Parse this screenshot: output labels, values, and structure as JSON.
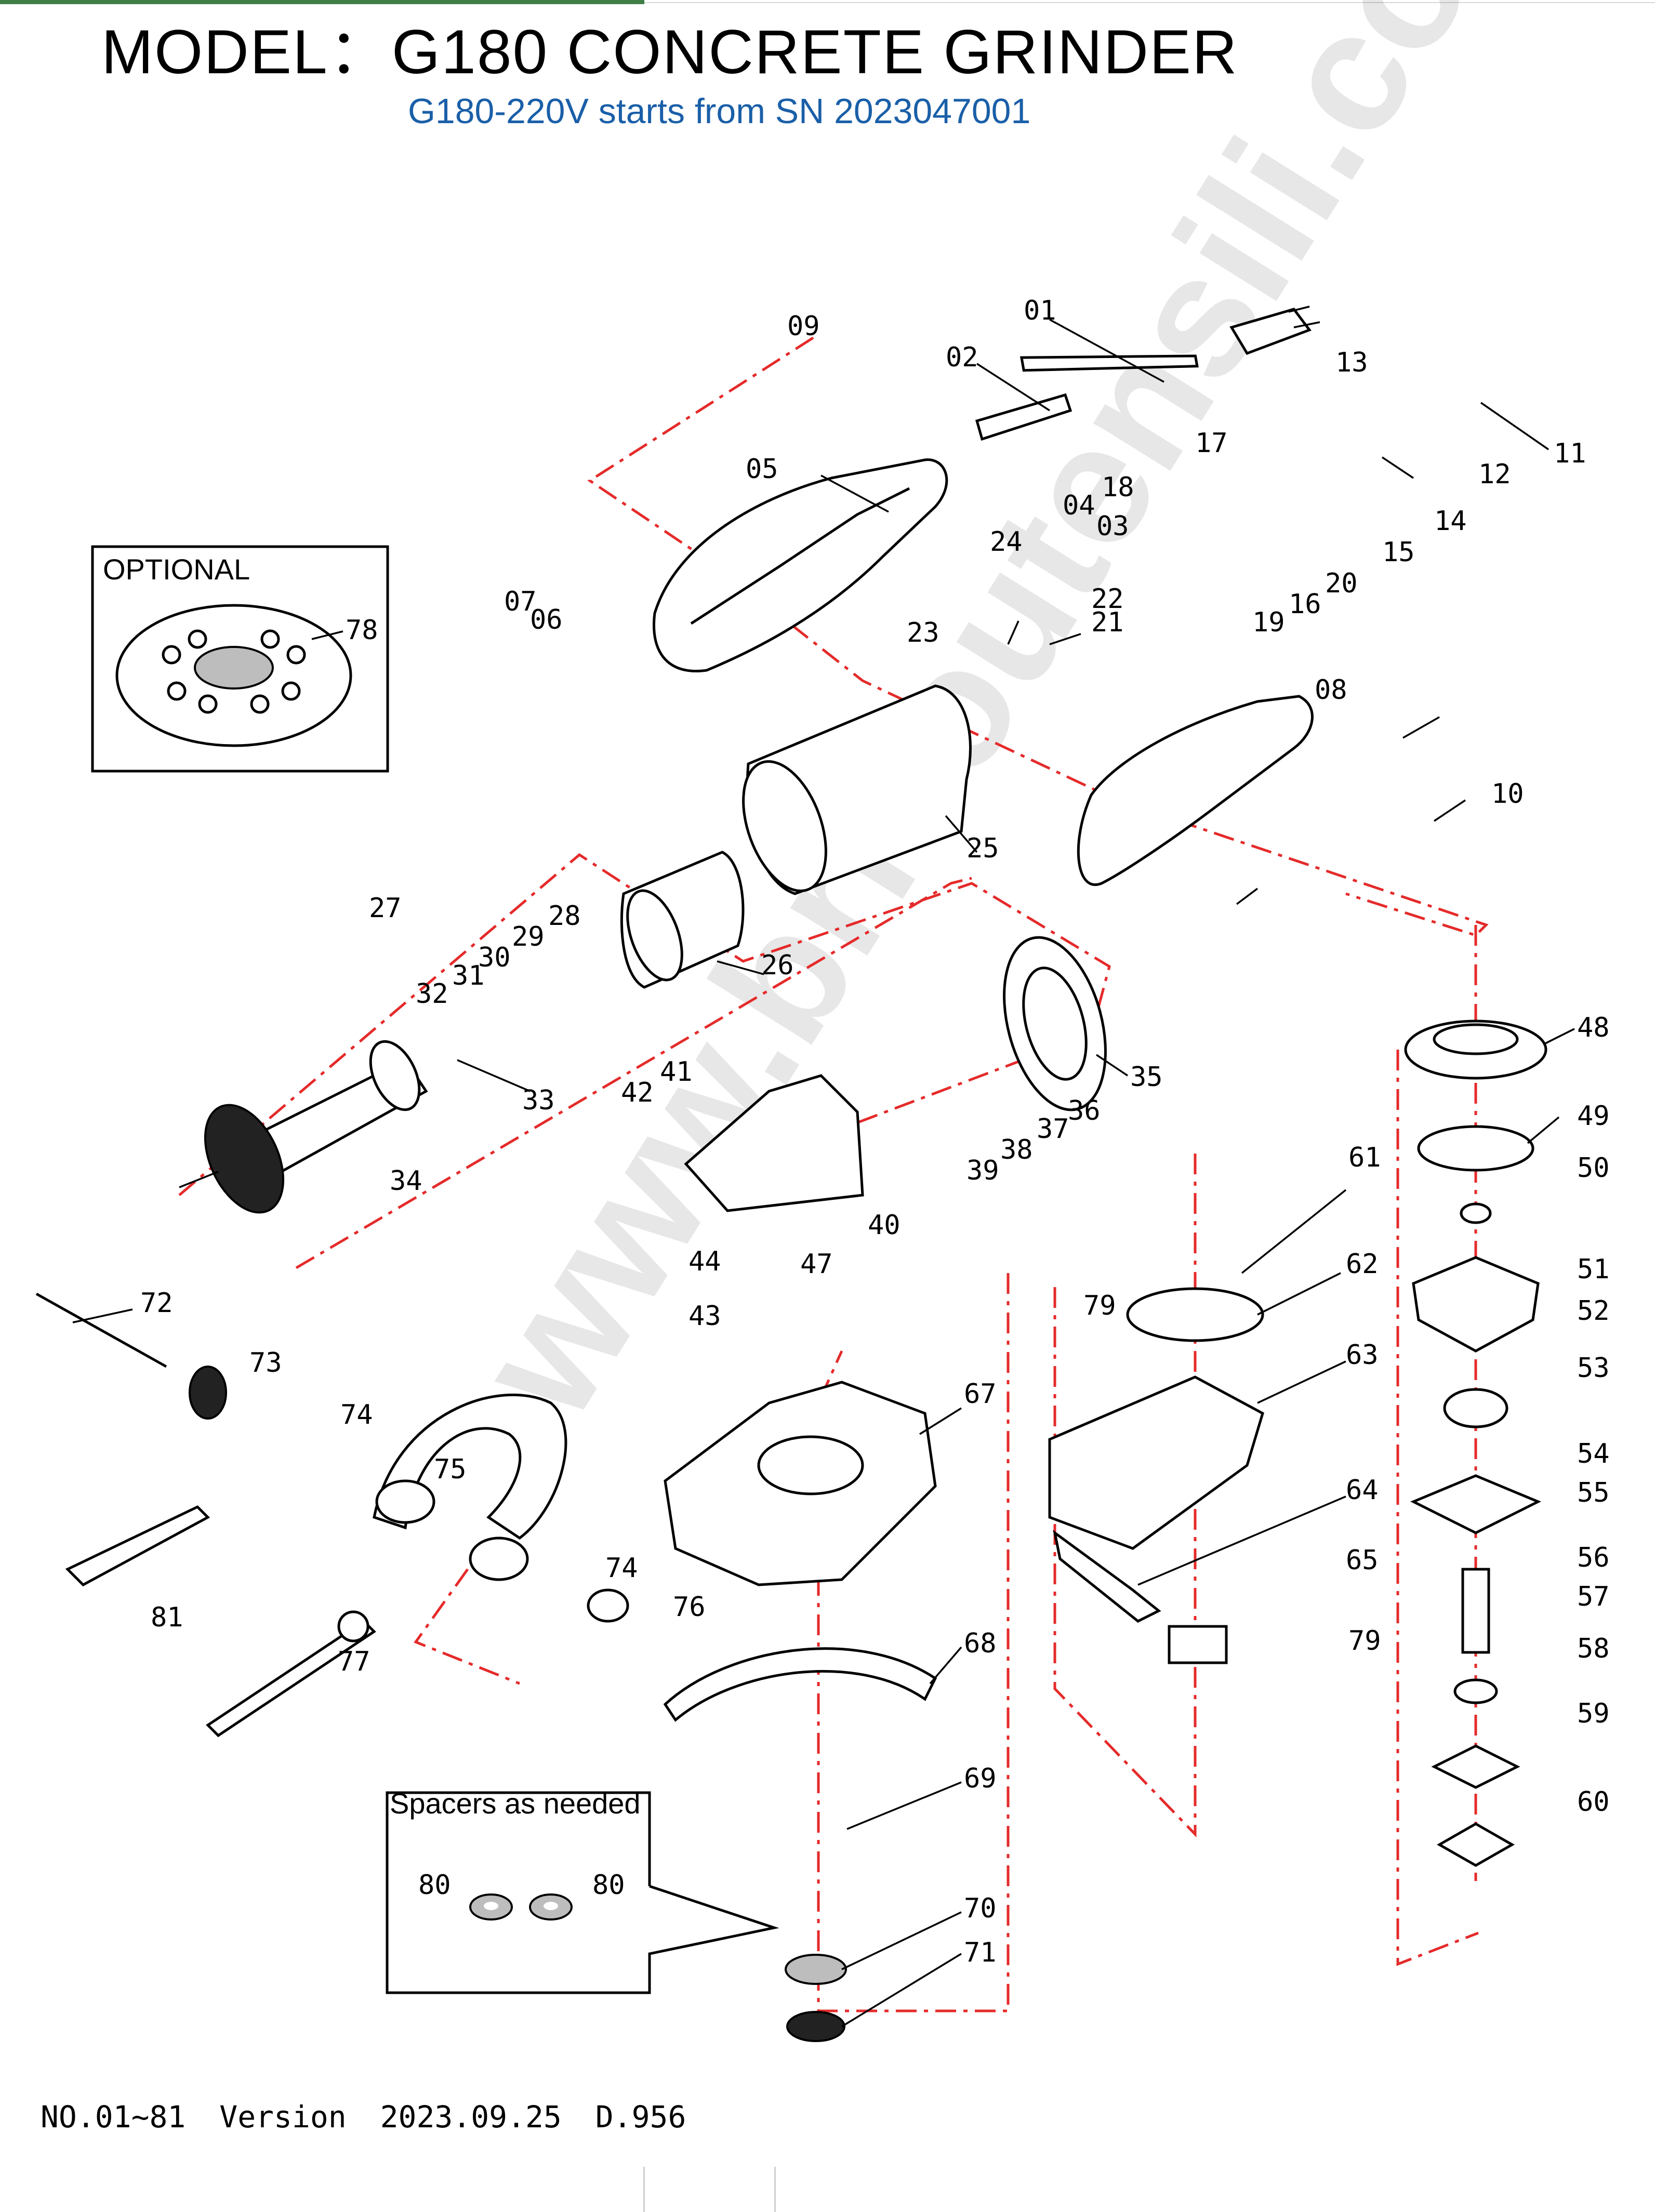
{
  "header": {
    "title": "MODEL：G180  CONCRETE GRINDER",
    "subtitle": "G180-220V starts from SN 2023047001"
  },
  "optional_box": {
    "label": "OPTIONAL"
  },
  "spacers_box": {
    "label": "Spacers as needed"
  },
  "part_labels": [
    "01",
    "02",
    "03",
    "04",
    "05",
    "06",
    "07",
    "08",
    "09",
    "10",
    "11",
    "12",
    "13",
    "14",
    "15",
    "16",
    "17",
    "18",
    "19",
    "20",
    "21",
    "22",
    "23",
    "24",
    "25",
    "26",
    "27",
    "28",
    "29",
    "30",
    "31",
    "32",
    "33",
    "34",
    "35",
    "36",
    "37",
    "38",
    "39",
    "40",
    "41",
    "42",
    "43",
    "44",
    "47",
    "48",
    "49",
    "50",
    "51",
    "52",
    "53",
    "54",
    "55",
    "56",
    "57",
    "58",
    "59",
    "60",
    "61",
    "62",
    "63",
    "64",
    "65",
    "67",
    "68",
    "69",
    "70",
    "71",
    "72",
    "73",
    "74",
    "75",
    "76",
    "77",
    "78",
    "79",
    "80",
    "81"
  ],
  "watermark": "www.bricoutensili.com",
  "footer": {
    "parts_range": "NO.01~81",
    "version_label": "Version",
    "date": "2023.09.25",
    "doc_code": "D.956"
  },
  "colors": {
    "accent_bar": "#3f7f46",
    "subtitle": "#1a5fa8",
    "centerline": "#e52a2a"
  }
}
